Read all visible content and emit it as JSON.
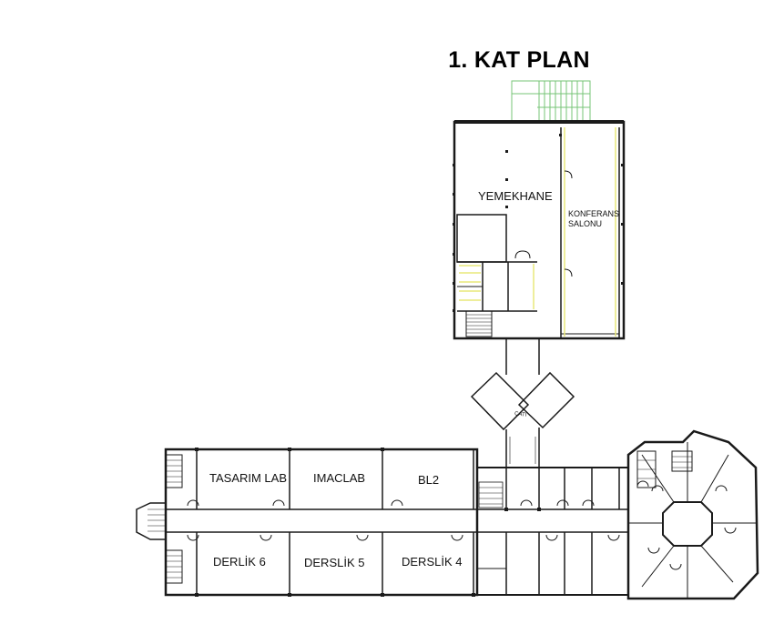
{
  "title": "1. KAT PLAN",
  "rooms": {
    "yemekhane": "YEMEKHANE",
    "konferans_1": "KONFERANS",
    "konferans_2": "SALONU",
    "cati": "ÇATI",
    "tasarim_lab": "TASARIM LAB",
    "imaclab": "IMACLAB",
    "bl2": "BL2",
    "derlik6": "DERLİK 6",
    "derslik5": "DERSLİK 5",
    "derslik4": "DERSLİK 4"
  },
  "colors": {
    "wall": "#1a1a1a",
    "stair_green": "#77c477",
    "yellow_line": "#e8e87a",
    "grey": "#888888"
  }
}
